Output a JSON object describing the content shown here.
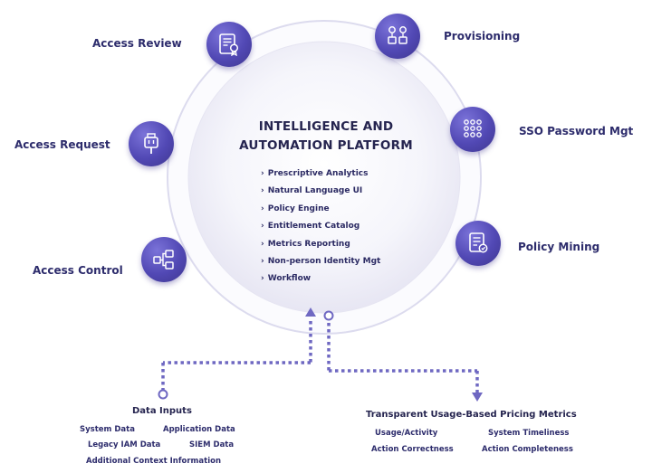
{
  "platform": {
    "title_line1": "INTELLIGENCE AND",
    "title_line2": "AUTOMATION PLATFORM",
    "features": [
      "Prescriptive Analytics",
      "Natural Language UI",
      "Policy Engine",
      "Entitlement Catalog",
      "Metrics Reporting",
      "Non-person Identity Mgt",
      "Workflow"
    ]
  },
  "modules": {
    "access_review": "Access Review",
    "access_request": "Access Request",
    "access_control": "Access Control",
    "provisioning": "Provisioning",
    "sso_password": "SSO Password Mgt",
    "policy_mining": "Policy Mining"
  },
  "data_inputs": {
    "title": "Data Inputs",
    "items": [
      "System Data",
      "Application Data",
      "Legacy IAM Data",
      "SIEM Data",
      "Additional Context Information"
    ]
  },
  "pricing_metrics": {
    "title": "Transparent Usage-Based Pricing Metrics",
    "items": [
      "Usage/Activity",
      "System Timeliness",
      "Action Correctness",
      "Action Completeness"
    ]
  },
  "colors": {
    "accent": "#5148b4",
    "text_dark": "#25244f",
    "ring": "#d7d6ef",
    "dots": "#6f68c2"
  },
  "icons": {
    "access_review": "certificate-icon",
    "access_request": "usb-plug-icon",
    "access_control": "network-nodes-icon",
    "provisioning": "app-grid-icon",
    "sso_password": "keypad-icon",
    "policy_mining": "document-icon"
  }
}
